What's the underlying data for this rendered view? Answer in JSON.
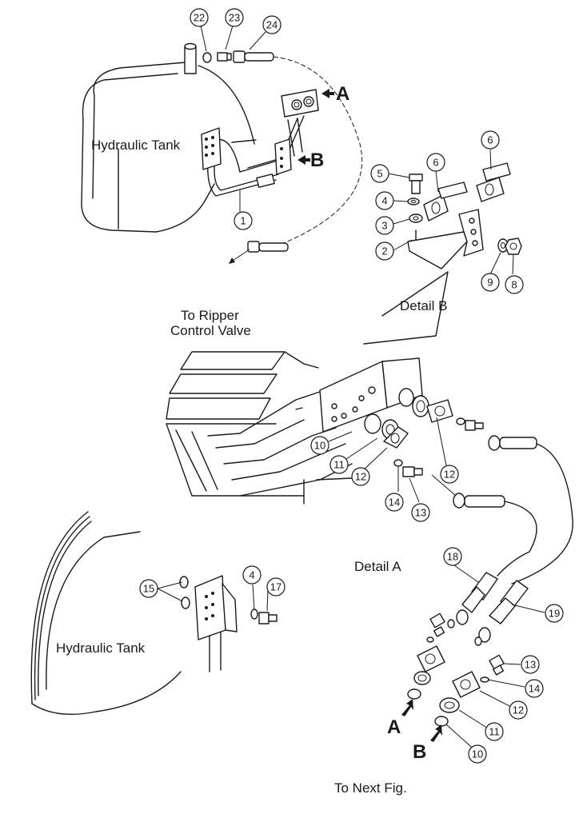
{
  "labels": {
    "hydraulic_tank_top": "Hydraulic Tank",
    "hydraulic_tank_bottom": "Hydraulic Tank",
    "to_ripper_line1": "To Ripper",
    "to_ripper_line2": "Control Valve",
    "detail_b": "Detail B",
    "detail_a": "Detail A",
    "to_next_fig": "To Next Fig.",
    "marker_a_top": "A",
    "marker_b_top": "B",
    "marker_a_bottom": "A",
    "marker_b_bottom": "B"
  },
  "callouts": {
    "c22": "22",
    "c23": "23",
    "c24": "24",
    "c1": "1",
    "c5": "5",
    "c6a": "6",
    "c6b": "6",
    "c4a": "4",
    "c3": "3",
    "c2": "2",
    "c9": "9",
    "c8": "8",
    "c10a": "10",
    "c11a": "11",
    "c12a": "12",
    "c12b": "12",
    "c14a": "14",
    "c13a": "13",
    "c15": "15",
    "c4b": "4",
    "c17": "17",
    "c18": "18",
    "c19": "19",
    "c13b": "13",
    "c14b": "14",
    "c12c": "12",
    "c11b": "11",
    "c10b": "10"
  }
}
